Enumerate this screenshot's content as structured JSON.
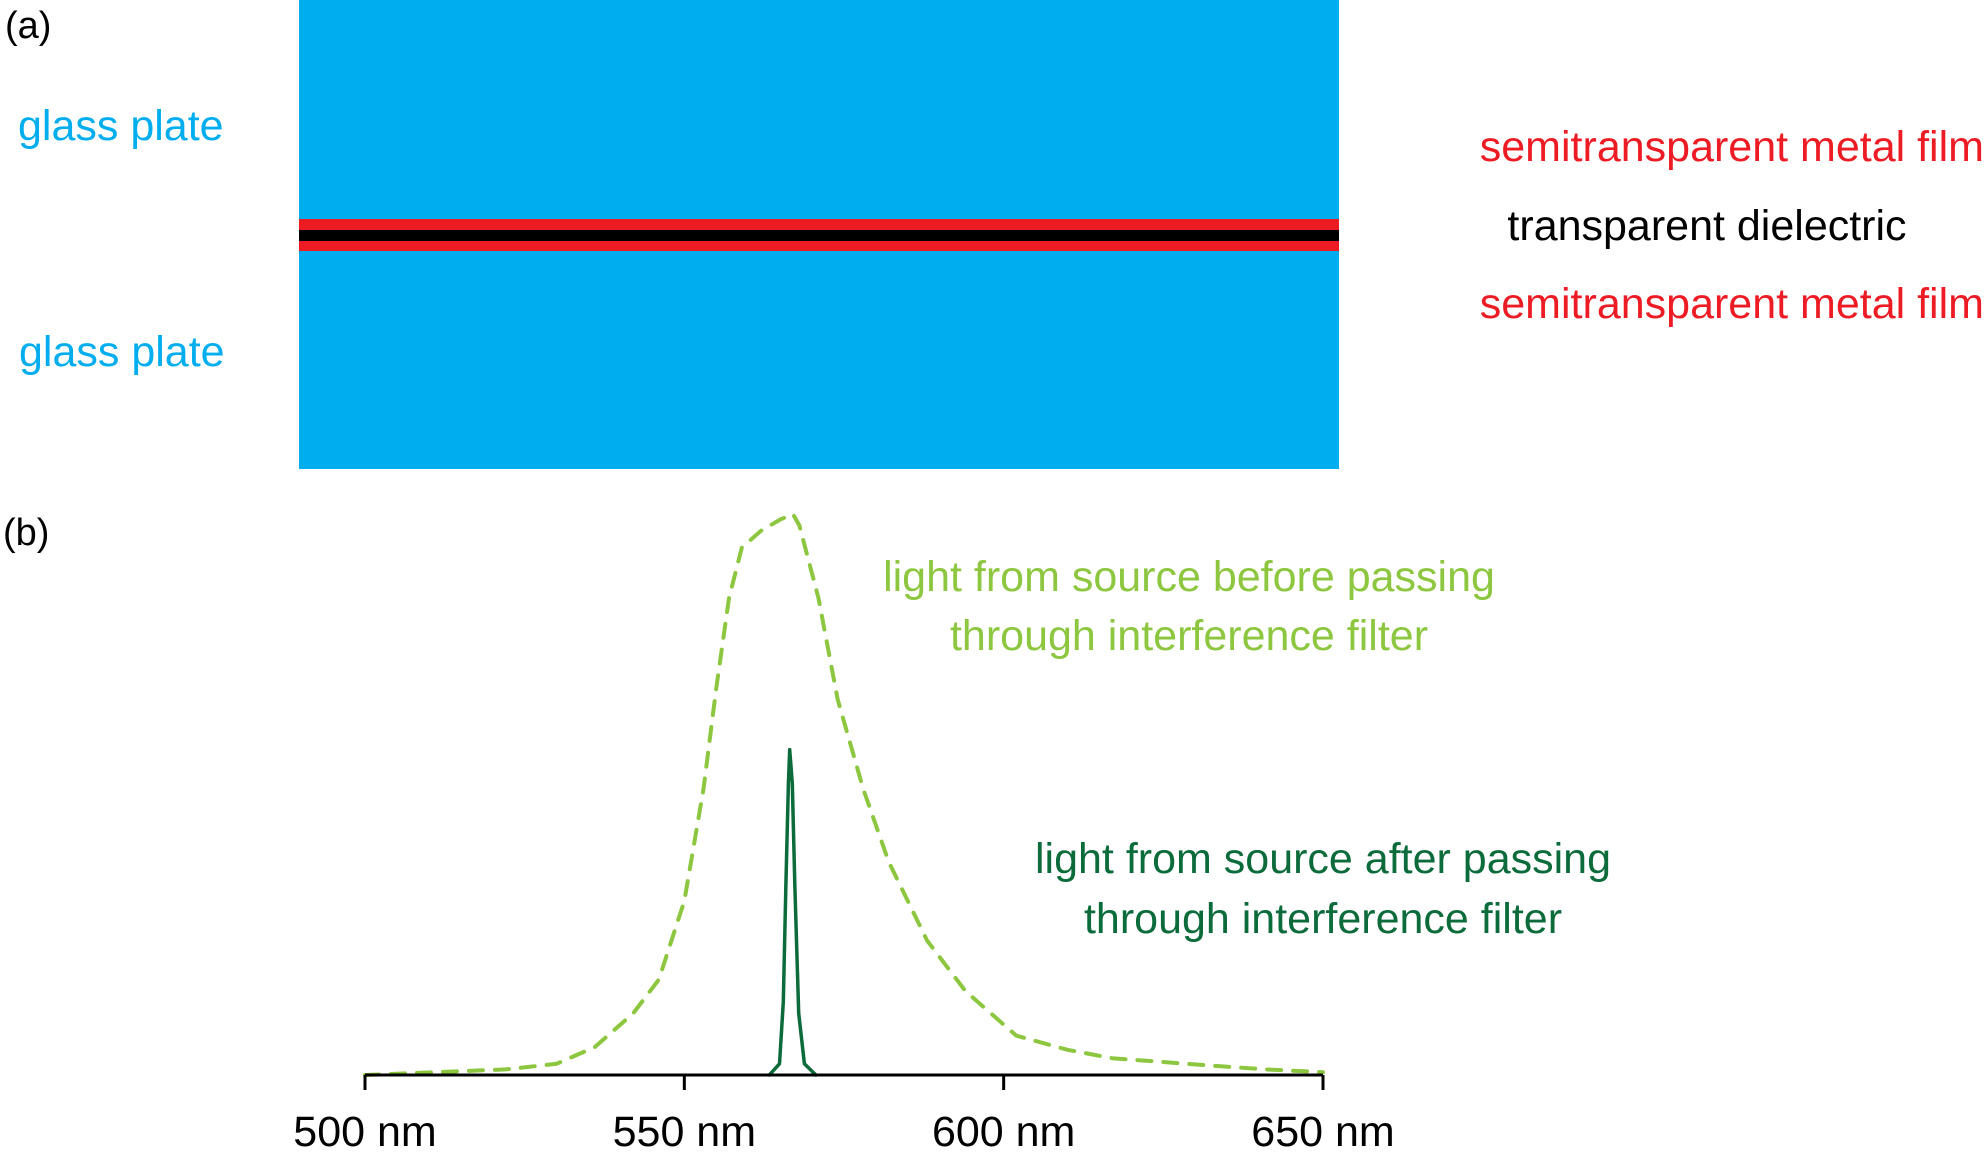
{
  "panel_a": {
    "label": "(a)",
    "glass_top": "glass plate",
    "glass_bottom": "glass plate",
    "metal_top": "semitransparent metal film",
    "dielectric": "transparent dielectric",
    "metal_bottom": "semitransparent metal film"
  },
  "panel_b": {
    "label": "(b)"
  },
  "colors": {
    "glass": "#00AEEF",
    "metal": "#ED1C24",
    "dielectric": "#000000",
    "before": "#8DC63F",
    "after": "#0B6B3A"
  },
  "chart_data": {
    "type": "line",
    "xlabel": "",
    "ylabel": "",
    "xlim": [
      500,
      650
    ],
    "ylim": [
      0,
      1
    ],
    "x_ticks": [
      500,
      550,
      600,
      650
    ],
    "x_tick_labels": [
      "500 nm",
      "550 nm",
      "600 nm",
      "650 nm"
    ],
    "grid": false,
    "series": [
      {
        "name": "light from source before passing through interference filter",
        "label_lines": [
          "light from source before passing",
          "through interference filter"
        ],
        "style": "dashed",
        "x": [
          500,
          522,
          530,
          536,
          542,
          546,
          550,
          553,
          555,
          557,
          559,
          562,
          565,
          567,
          568,
          571,
          574,
          578,
          582,
          588,
          594,
          602,
          610,
          617,
          631,
          641,
          650
        ],
        "y": [
          0,
          0.01,
          0.02,
          0.05,
          0.11,
          0.17,
          0.31,
          0.51,
          0.69,
          0.85,
          0.94,
          0.97,
          0.99,
          1.0,
          0.98,
          0.85,
          0.67,
          0.51,
          0.38,
          0.24,
          0.15,
          0.07,
          0.045,
          0.03,
          0.018,
          0.01,
          0.005
        ]
      },
      {
        "name": "light from source after passing through interference filter",
        "label_lines": [
          "light from source after passing",
          "through interference filter"
        ],
        "style": "solid",
        "x": [
          563.3,
          564.9,
          565.5,
          565.9,
          566.3,
          566.5,
          566.9,
          567.3,
          567.9,
          568.8,
          570.6
        ],
        "y": [
          0,
          0.02,
          0.13,
          0.34,
          0.52,
          0.58,
          0.52,
          0.34,
          0.11,
          0.02,
          0
        ]
      }
    ]
  }
}
